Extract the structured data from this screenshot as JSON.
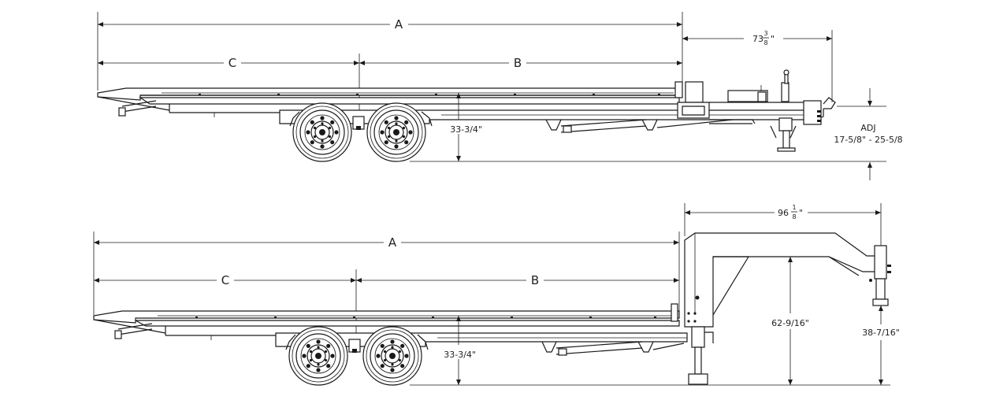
{
  "top_view": {
    "overall_length_label": "A",
    "rear_section_label": "C",
    "front_section_label": "B",
    "tongue_length_whole": "73",
    "tongue_length_num": "3",
    "tongue_length_den": "8",
    "inch_mark": "\"",
    "deck_height": "33-3/4\"",
    "coupler_adj_label": "ADJ",
    "coupler_adj_range": "17-5/8\" - 25-5/8"
  },
  "bottom_view": {
    "overall_length_label": "A",
    "rear_section_label": "C",
    "front_section_label": "B",
    "neck_length_whole": "96",
    "neck_length_num": "1",
    "neck_length_den": "8",
    "inch_mark": "\"",
    "deck_height": "33-3/4\"",
    "neck_height": "62-9/16\"",
    "coupler_height": "38-7/16\""
  }
}
